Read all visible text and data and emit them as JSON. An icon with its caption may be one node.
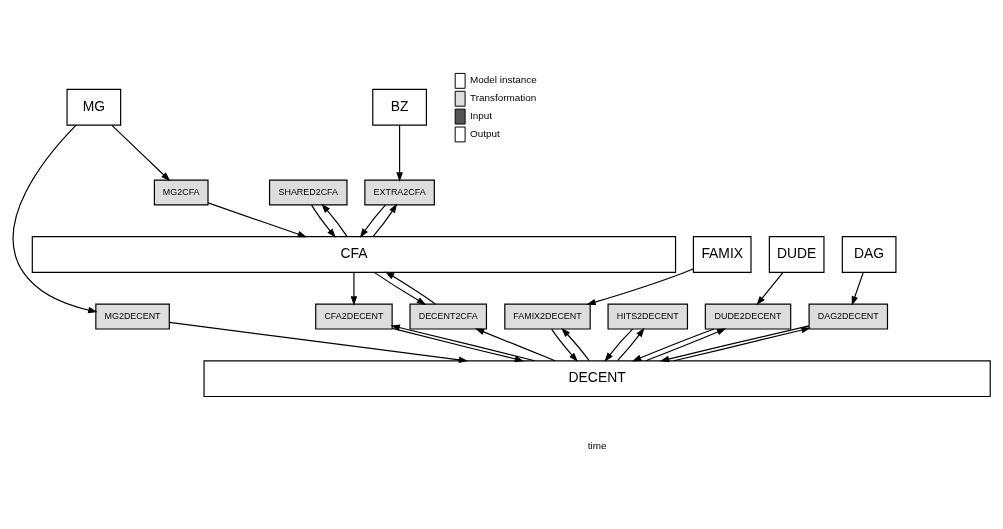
{
  "diagram": {
    "nodes": [
      {
        "text": [
          "MG"
        ]
      },
      {
        "text": [
          "MG2CFA"
        ]
      },
      {
        "text": [
          "BZ"
        ]
      },
      {
        "text": [
          "EXTRA2CFA"
        ]
      },
      {
        "text": [
          "SHARED2CFA"
        ]
      },
      {
        "text": [
          "CFA"
        ]
      },
      {
        "text": [
          "FAMIX"
        ]
      },
      {
        "text": [
          "DUDE"
        ]
      },
      {
        "text": [
          "DAG"
        ]
      },
      {
        "text": [
          "MG2DECENT"
        ]
      },
      {
        "text": [
          "FAMIX2DECENT"
        ]
      },
      {
        "text": [
          "HITS2DECENT"
        ]
      },
      {
        "text": [
          "DUDE2DECENT"
        ]
      },
      {
        "text": [
          "DAG2DECENT"
        ]
      },
      {
        "text": [
          "DECENT2CFA"
        ]
      },
      {
        "text": [
          "CFA2DECENT"
        ]
      },
      {
        "text": [
          "DECENT"
        ]
      }
    ],
    "edges": [
      {
        "from": 0,
        "to": 1,
        "arrow": "to"
      },
      {
        "from": 0,
        "to": 9,
        "arrow": "to"
      },
      {
        "from": 2,
        "to": 3,
        "arrow": "to"
      },
      {
        "from": 1,
        "to": 5,
        "arrow": "to"
      },
      {
        "from": 5,
        "to": 3,
        "arrow": "to"
      },
      {
        "from": 3,
        "to": 5,
        "arrow": "to"
      },
      {
        "from": 5,
        "to": 4,
        "arrow": "to"
      },
      {
        "from": 4,
        "to": 5,
        "arrow": "to"
      },
      {
        "from": 5,
        "to": 14,
        "arrow": "to"
      },
      {
        "from": 14,
        "to": 5,
        "arrow": "to"
      },
      {
        "from": 5,
        "to": 15,
        "arrow": "to"
      },
      {
        "from": 6,
        "to": 10,
        "arrow": "to"
      },
      {
        "from": 7,
        "to": 12,
        "arrow": "to"
      },
      {
        "from": 8,
        "to": 13,
        "arrow": "to"
      },
      {
        "from": 9,
        "to": 16,
        "arrow": "to"
      },
      {
        "from": 16,
        "to": 10,
        "arrow": "to"
      },
      {
        "from": 10,
        "to": 16,
        "arrow": "to"
      },
      {
        "from": 16,
        "to": 11,
        "arrow": "to"
      },
      {
        "from": 11,
        "to": 16,
        "arrow": "to"
      },
      {
        "from": 16,
        "to": 12,
        "arrow": "to"
      },
      {
        "from": 12,
        "to": 16,
        "arrow": "to"
      },
      {
        "from": 16,
        "to": 13,
        "arrow": "to"
      },
      {
        "from": 13,
        "to": 16,
        "arrow": "to"
      },
      {
        "from": 16,
        "to": 14,
        "arrow": "to"
      },
      {
        "from": 16,
        "to": 15,
        "arrow": "to"
      },
      {
        "from": 15,
        "to": 16,
        "arrow": "to"
      }
    ],
    "labels": [
      "time"
    ],
    "legend": [
      {
        "text": "Model instance",
        "color": "#ffffff"
      },
      {
        "text": "Transformation",
        "color": "#dddddd"
      },
      {
        "text": "Input",
        "color": "#555555"
      },
      {
        "text": "Output",
        "color": "#ffffff"
      }
    ]
  }
}
